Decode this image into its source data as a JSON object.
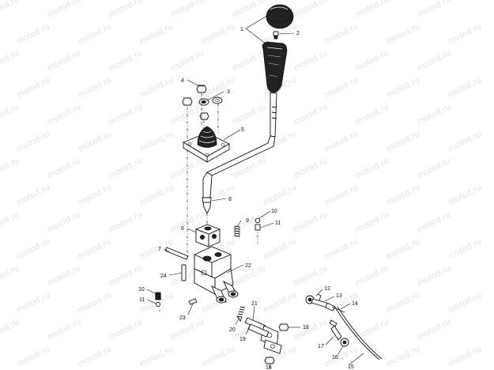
{
  "watermark_text": "motod.ru",
  "callouts": [
    "1",
    "2",
    "3",
    "4",
    "5",
    "6",
    "7",
    "8",
    "9",
    "10",
    "11",
    "12",
    "13",
    "14",
    "15",
    "16",
    "17",
    "18",
    "19",
    "20",
    "21",
    "22",
    "23",
    "24"
  ]
}
